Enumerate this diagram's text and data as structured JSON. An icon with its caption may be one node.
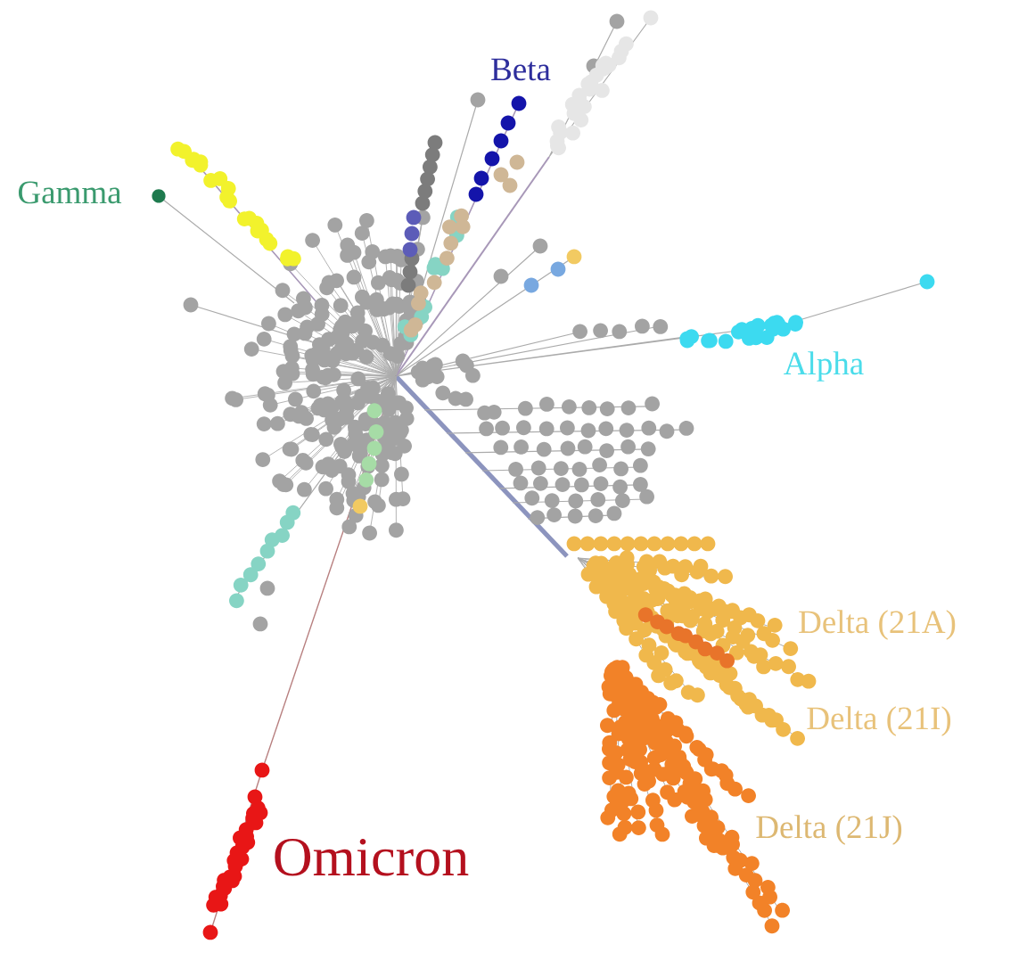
{
  "diagram": {
    "labels": [
      "Beta",
      "Gamma",
      "Alpha",
      "Delta (21A)",
      "Delta (21I)",
      "Delta (21J)",
      "Omicron"
    ]
  }
}
